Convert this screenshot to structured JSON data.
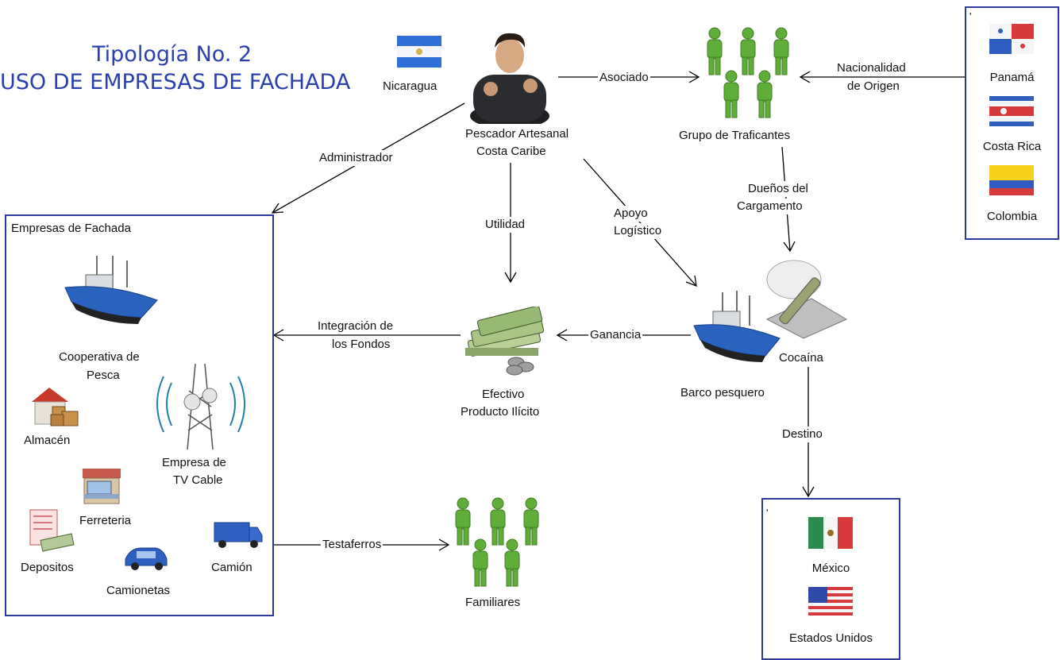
{
  "title": {
    "line1": "Tipología No. 2",
    "line2": "USO DE EMPRESAS DE FACHADA"
  },
  "nodes": {
    "nicaragua": "Nicaragua",
    "pescador": [
      "Pescador Artesanal",
      "Costa Caribe"
    ],
    "traficantes": "Grupo de Traficantes",
    "efectivo": [
      "Efectivo",
      "Producto Ilícito"
    ],
    "barco": "Barco pesquero",
    "cocaina": "Cocaína",
    "familiares": "Familiares"
  },
  "edges": {
    "asociado": "Asociado",
    "nacionalidad": [
      "Nacionalidad",
      "de Origen"
    ],
    "administrador": "Administrador",
    "utilidad": "Utilidad",
    "apoyo": [
      "Apoyo",
      "Logístico"
    ],
    "duenos": [
      "Dueños del",
      "Cargamento"
    ],
    "integracion": [
      "Integración de",
      "los Fondos"
    ],
    "ganancia": "Ganancia",
    "destino": "Destino",
    "testaferros": "Testaferros"
  },
  "origin_panel": {
    "mark": "'",
    "countries": [
      "Panamá",
      "Costa Rica",
      "Colombia"
    ]
  },
  "fachada_panel": {
    "title": "Empresas de Fachada",
    "items": {
      "cooperativa": [
        "Cooperativa de",
        "Pesca"
      ],
      "almacen": "Almacén",
      "tv": [
        "Empresa de",
        "TV Cable"
      ],
      "ferreteria": "Ferreteria",
      "depositos": "Depositos",
      "camionetas": "Camionetas",
      "camion": "Camión"
    }
  },
  "destination_panel": {
    "mark": "'",
    "countries": [
      "México",
      "Estados Unidos"
    ]
  },
  "colors": {
    "title": "#2b3fae",
    "panel_border": "#2f3aa0",
    "person_green": "#5fae3a",
    "ship_blue": "#2a62c0"
  }
}
